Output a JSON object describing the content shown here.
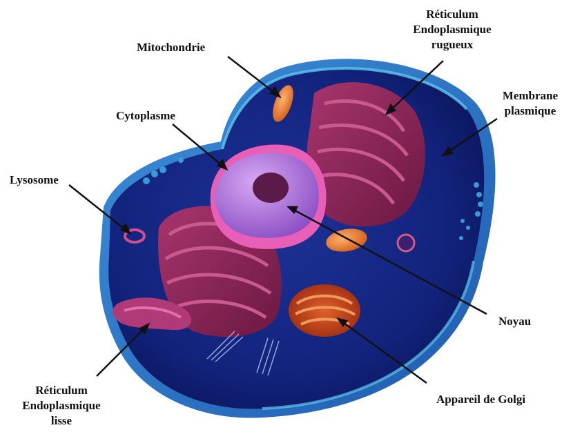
{
  "labels": {
    "rer": [
      "Réticulum",
      "Endoplasmique",
      "rugueux"
    ],
    "mitochondrie": "Mitochondrie",
    "membrane": [
      "Membrane",
      "plasmique"
    ],
    "cytoplasme": "Cytoplasme",
    "lysosome": "Lysosome",
    "noyau": "Noyau",
    "golgi": "Appareil de Golgi",
    "rel": [
      "Réticulum",
      "Endoplasmique",
      "lisse"
    ]
  },
  "colors": {
    "cell_outer": "#1a2a8c",
    "cell_inner": "#0e1d6e",
    "membrane_edge": "#49b8e6",
    "reticulum": "#8a2358",
    "nucleus": "#b07ad8",
    "nucleus_ring": "#e060b8",
    "nucleolus": "#5a1a4a",
    "mitochondria": "#e8741f",
    "golgi": "#c8401c",
    "leader_line": "#111111"
  }
}
